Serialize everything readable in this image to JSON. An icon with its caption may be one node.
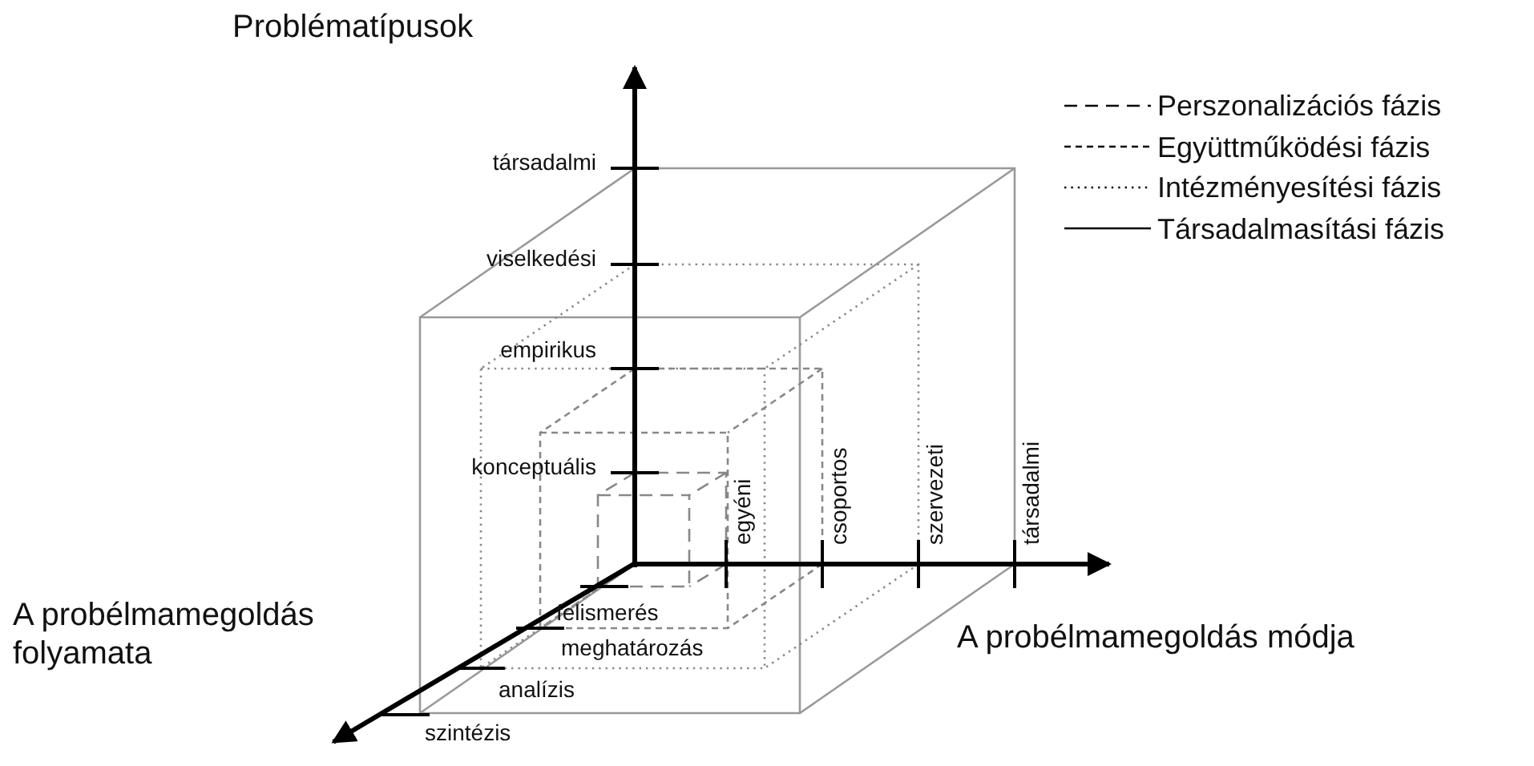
{
  "diagram": {
    "labels": [
      "Problématípusok",
      "társadalmi",
      "viselkedési",
      "empirikus",
      "konceptuális",
      "egyéni",
      "csoportos",
      "szervezeti",
      "társadalmi",
      "A probélmamegoldás folyamata",
      "felismerés",
      "A probélmamegoldás módja",
      "meghatározás",
      "analízis",
      "szintézis"
    ],
    "legend": [
      {
        "text": "Perszonalizációs fázis"
      },
      {
        "text": "Együttműködési fázis"
      },
      {
        "text": "Intézményesítési fázis"
      },
      {
        "text": "Társadalmasítási fázis"
      }
    ]
  }
}
